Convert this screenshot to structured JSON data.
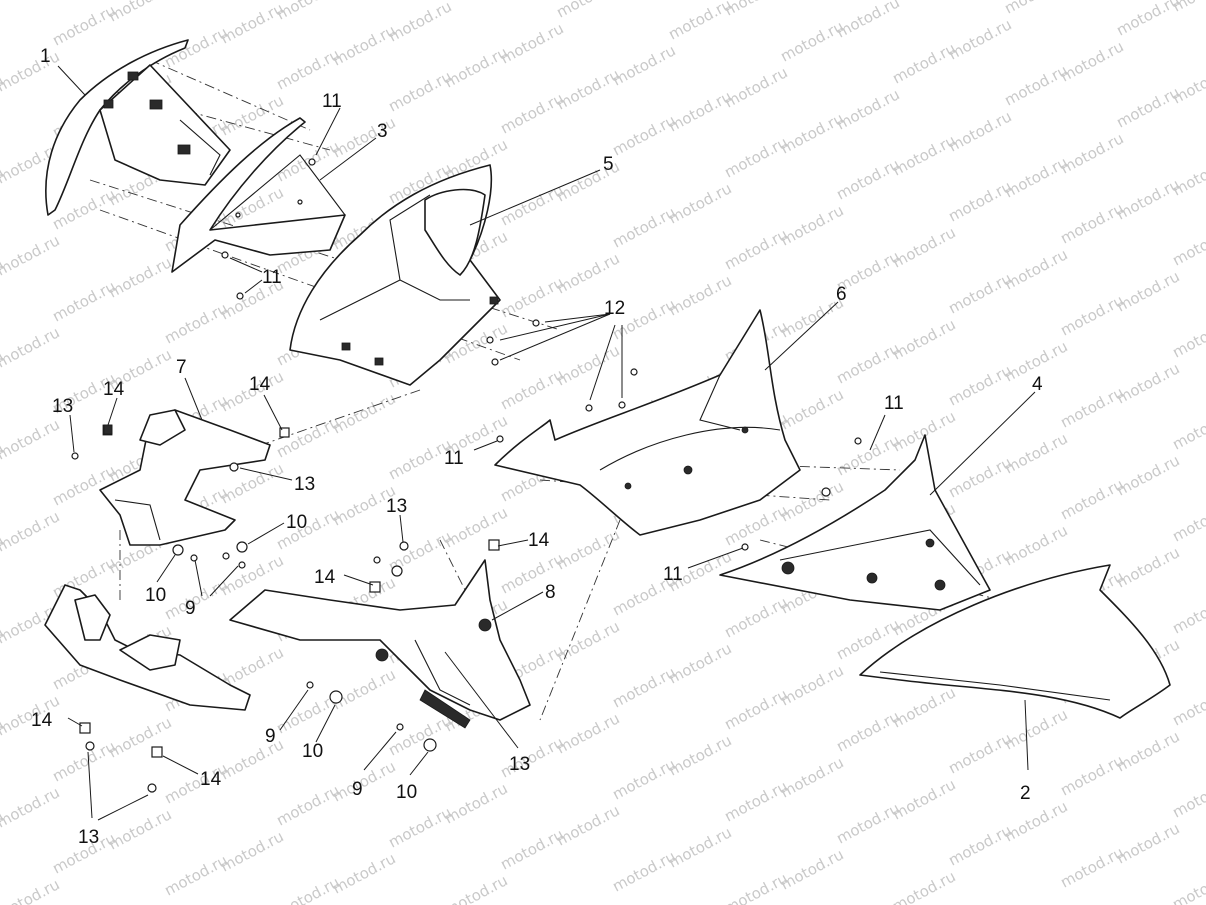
{
  "watermark": "motod.ru",
  "callouts": {
    "c1": "1",
    "c2": "2",
    "c3": "3",
    "c4": "4",
    "c5": "5",
    "c6": "6",
    "c7": "7",
    "c8": "8",
    "c9": "9",
    "c10": "10",
    "c11": "11",
    "c12": "12",
    "c13": "13",
    "c14": "14"
  }
}
